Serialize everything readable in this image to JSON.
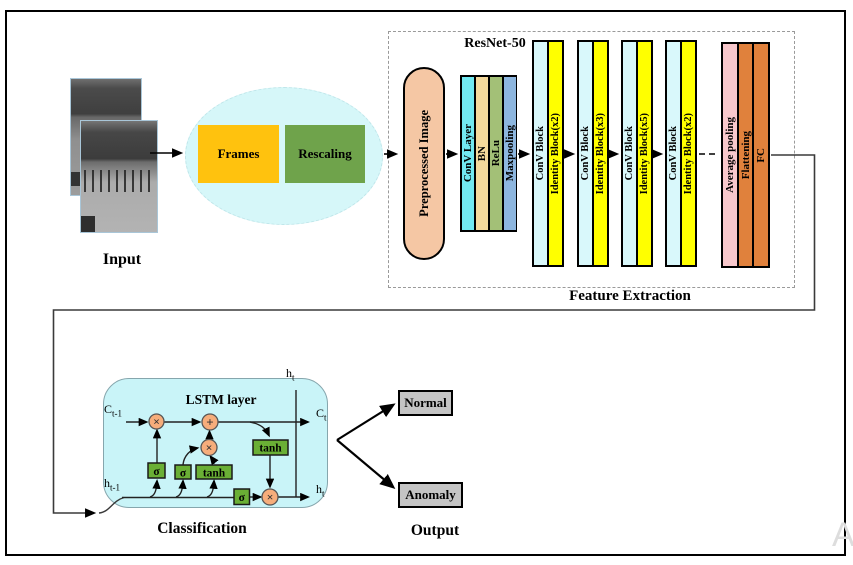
{
  "colors": {
    "frames_box": "#ffc20e",
    "rescaling_box": "#6fa34b",
    "ellipse": "#d6f7f9",
    "preprocess_pill": "#f5c7a4",
    "conv_layer": "#72e9f1",
    "bn": "#f4d99c",
    "relu": "#a3c077",
    "maxpooling": "#8db6df",
    "conv_block": "#d9f8fb",
    "identity_block": "#ffff00",
    "average_pooling": "#f8c8cc",
    "flattening_fc": "#e0813c",
    "lstm_cell": "#c9f4f8",
    "gate_green": "#6aaf35",
    "op_circle": "#f6ad7b",
    "output_box": "#c4c4c4"
  },
  "input": {
    "label": "Input"
  },
  "preprocess": {
    "frames": "Frames",
    "rescaling": "Rescaling"
  },
  "resnet": {
    "title": "ResNet-50",
    "preprocessed": "Preprocessed Image",
    "section_label": "Feature Extraction",
    "stem": [
      {
        "label": "ConV Layer"
      },
      {
        "label": "BN"
      },
      {
        "label": "ReLu"
      },
      {
        "label": "Maxpooling"
      }
    ],
    "stages": [
      {
        "conv": "ConV Block",
        "identity": "Identity Block(x2)"
      },
      {
        "conv": "ConV Block",
        "identity": "Identity Block(x3)"
      },
      {
        "conv": "ConV Block",
        "identity": "Identity Block(x5)"
      },
      {
        "conv": "ConV Block",
        "identity": "Identity Block(x2)"
      }
    ],
    "head": [
      {
        "label": "Average pooling"
      },
      {
        "label": "Flattening"
      },
      {
        "label": "FC"
      }
    ]
  },
  "lstm": {
    "title": "LSTM layer",
    "section_label": "Classification",
    "c_prev": {
      "main": "C",
      "sub": "t-1"
    },
    "c_next": {
      "main": "C",
      "sub": "t"
    },
    "h_prev": {
      "main": "h",
      "sub": "t-1"
    },
    "h_out": {
      "main": "h",
      "sub": "t"
    },
    "h_top": {
      "main": "h",
      "sub": "t"
    },
    "sigma": "σ",
    "tanh": "tanh",
    "op_mul": "×",
    "op_add": "+"
  },
  "output": {
    "section_label": "Output",
    "normal": "Normal",
    "anomaly": "Anomaly"
  },
  "watermark": "A"
}
